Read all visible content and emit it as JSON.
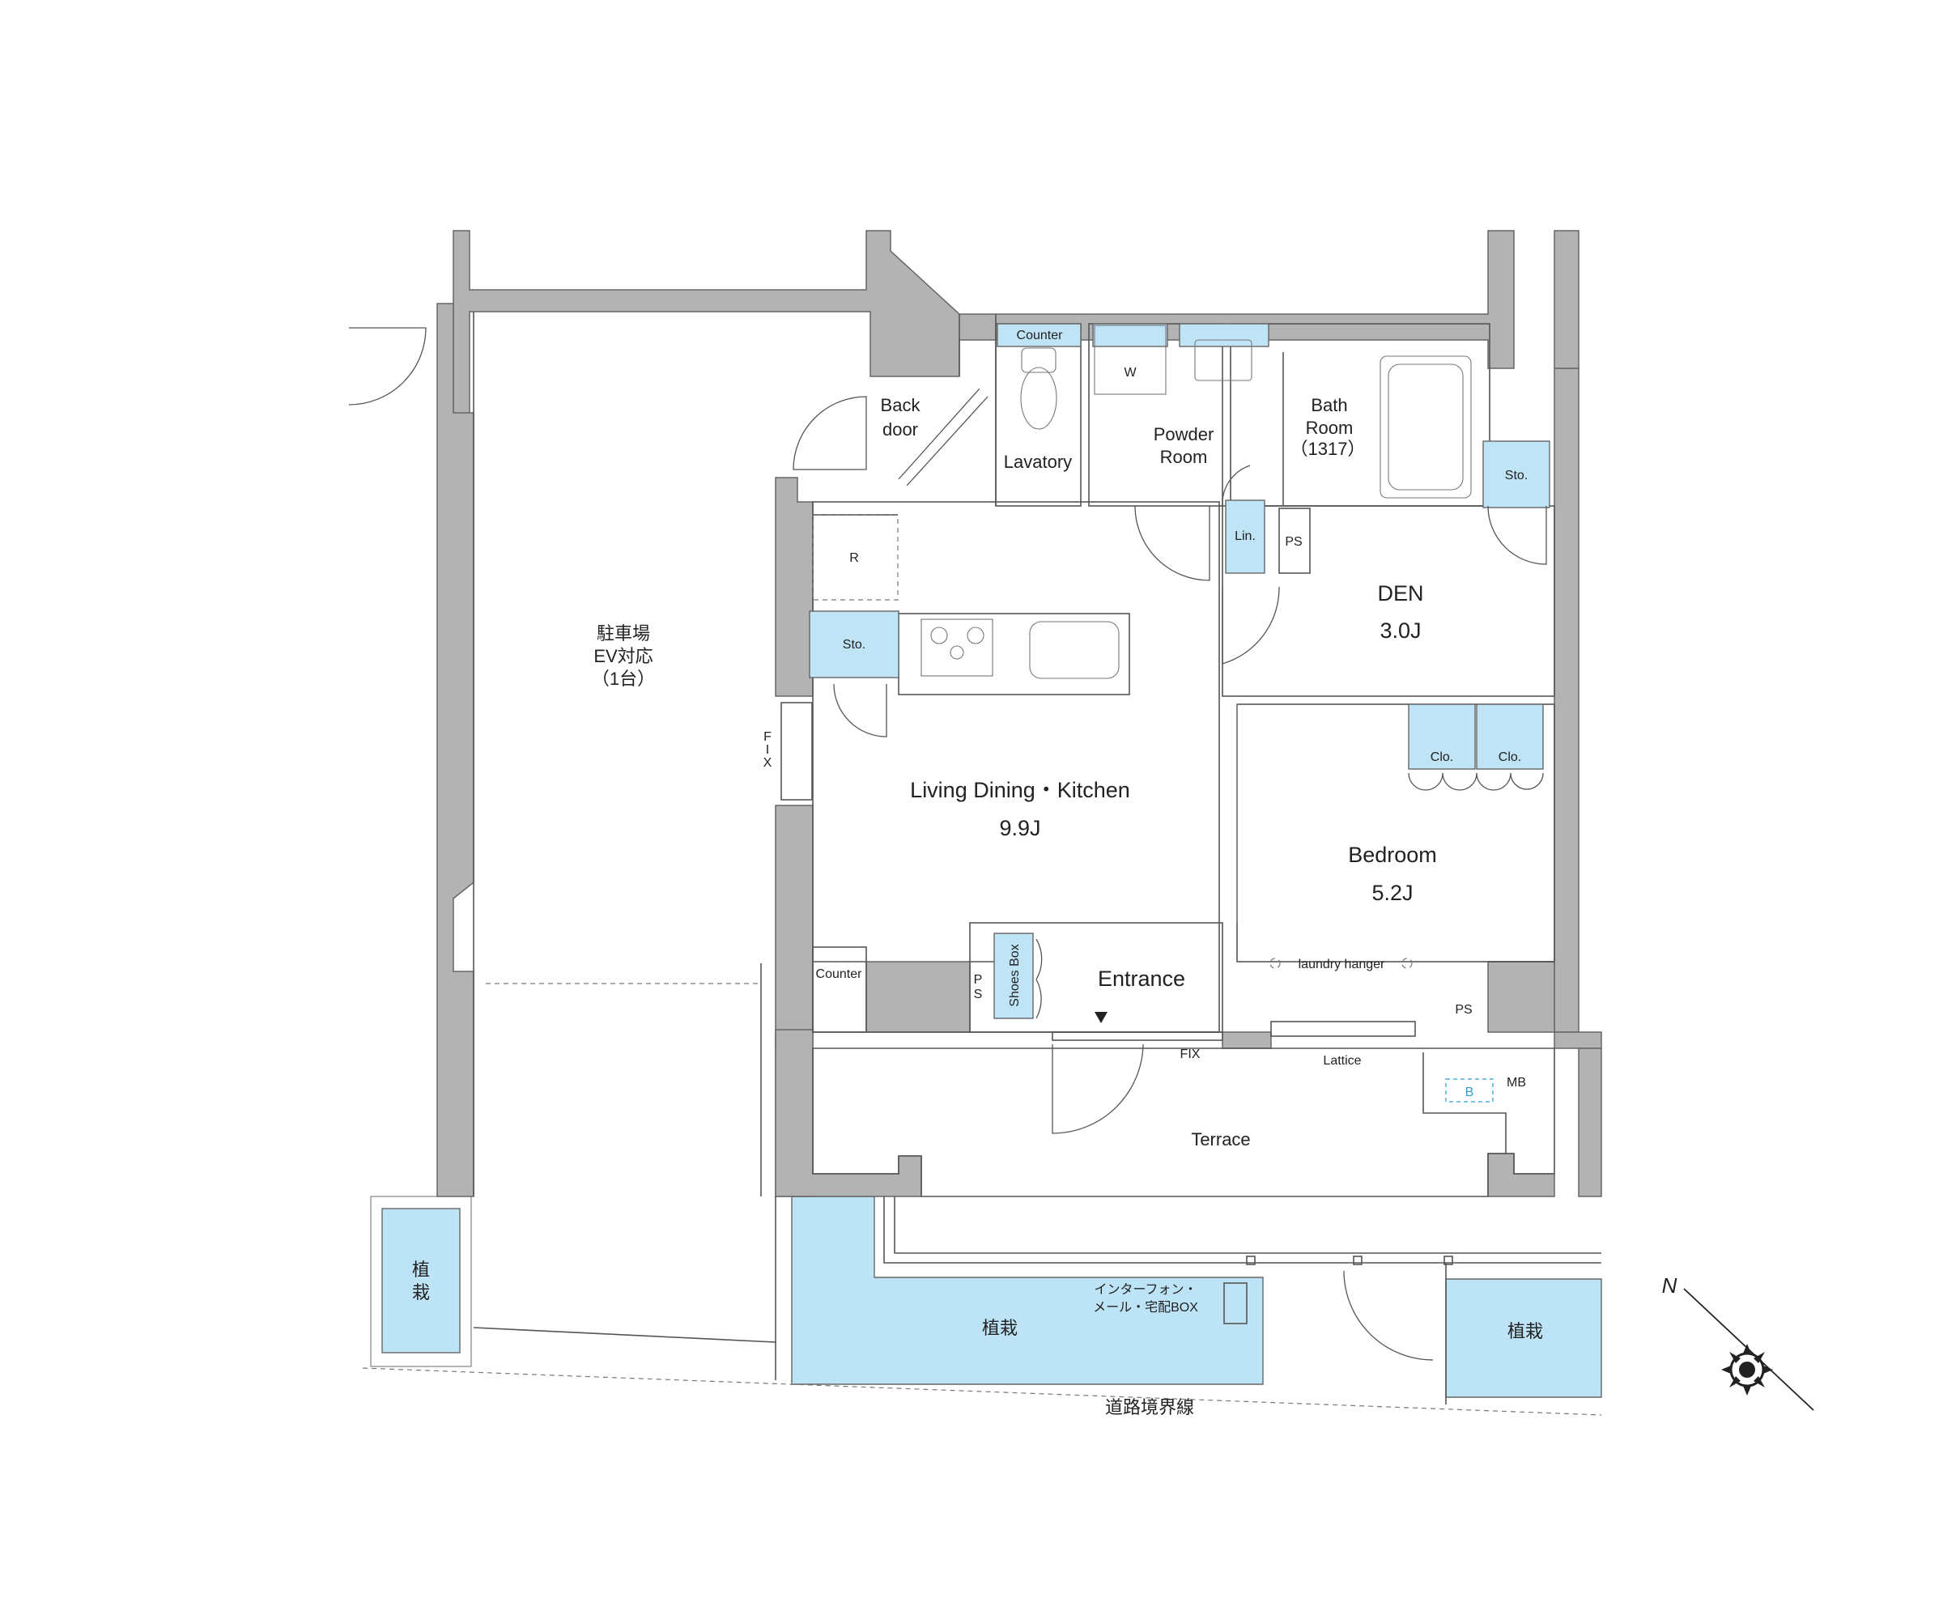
{
  "labels": {
    "parking": [
      "駐車場",
      "EV対応",
      "（1台）"
    ],
    "back_door": [
      "Back",
      "door"
    ],
    "lavatory": "Lavatory",
    "counter_top": "Counter",
    "washer": "W",
    "powder_room": [
      "Powder",
      "Room"
    ],
    "bath_room": [
      "Bath",
      "Room",
      "（1317）"
    ],
    "sto_top_right": "Sto.",
    "linen": "Lin.",
    "ps_bath": "PS",
    "refrigerator": "R",
    "sto_kitchen": "Sto.",
    "fix_left": [
      "F",
      "I",
      "X"
    ],
    "den_name": "DEN",
    "den_size": "3.0J",
    "ldk_name": "Living Dining・Kitchen",
    "ldk_size": "9.9J",
    "closet_1": "Clo.",
    "closet_2": "Clo.",
    "bedroom_name": "Bedroom",
    "bedroom_size": "5.2J",
    "laundry_hanger": "laundry hanger",
    "counter_bottom": "Counter",
    "ps_entrance": [
      "P",
      "S"
    ],
    "shoes_box": "Shoes Box",
    "entrance": "Entrance",
    "ps_bedroom": "PS",
    "fix_bottom": "FIX",
    "lattice": "Lattice",
    "mb": "MB",
    "b_mark": "B",
    "terrace": "Terrace",
    "intercom": [
      "インターフォン・",
      "メール・宅配BOX"
    ],
    "planting_left": [
      "植",
      "栽"
    ],
    "planting_mid": "植栽",
    "planting_right": "植栽",
    "road_boundary": "道路境界線"
  },
  "colors": {
    "wall": "#b3b3b3",
    "fixture_blue": "#bfe4f6",
    "planting_blue": "#bde3f6",
    "line": "#555555",
    "b_mark": "#2a9fd6"
  },
  "icons": [
    "compass-rose-icon",
    "entrance-arrow-icon",
    "stove-icon",
    "sink-icon",
    "toilet-icon",
    "bathtub-icon"
  ]
}
